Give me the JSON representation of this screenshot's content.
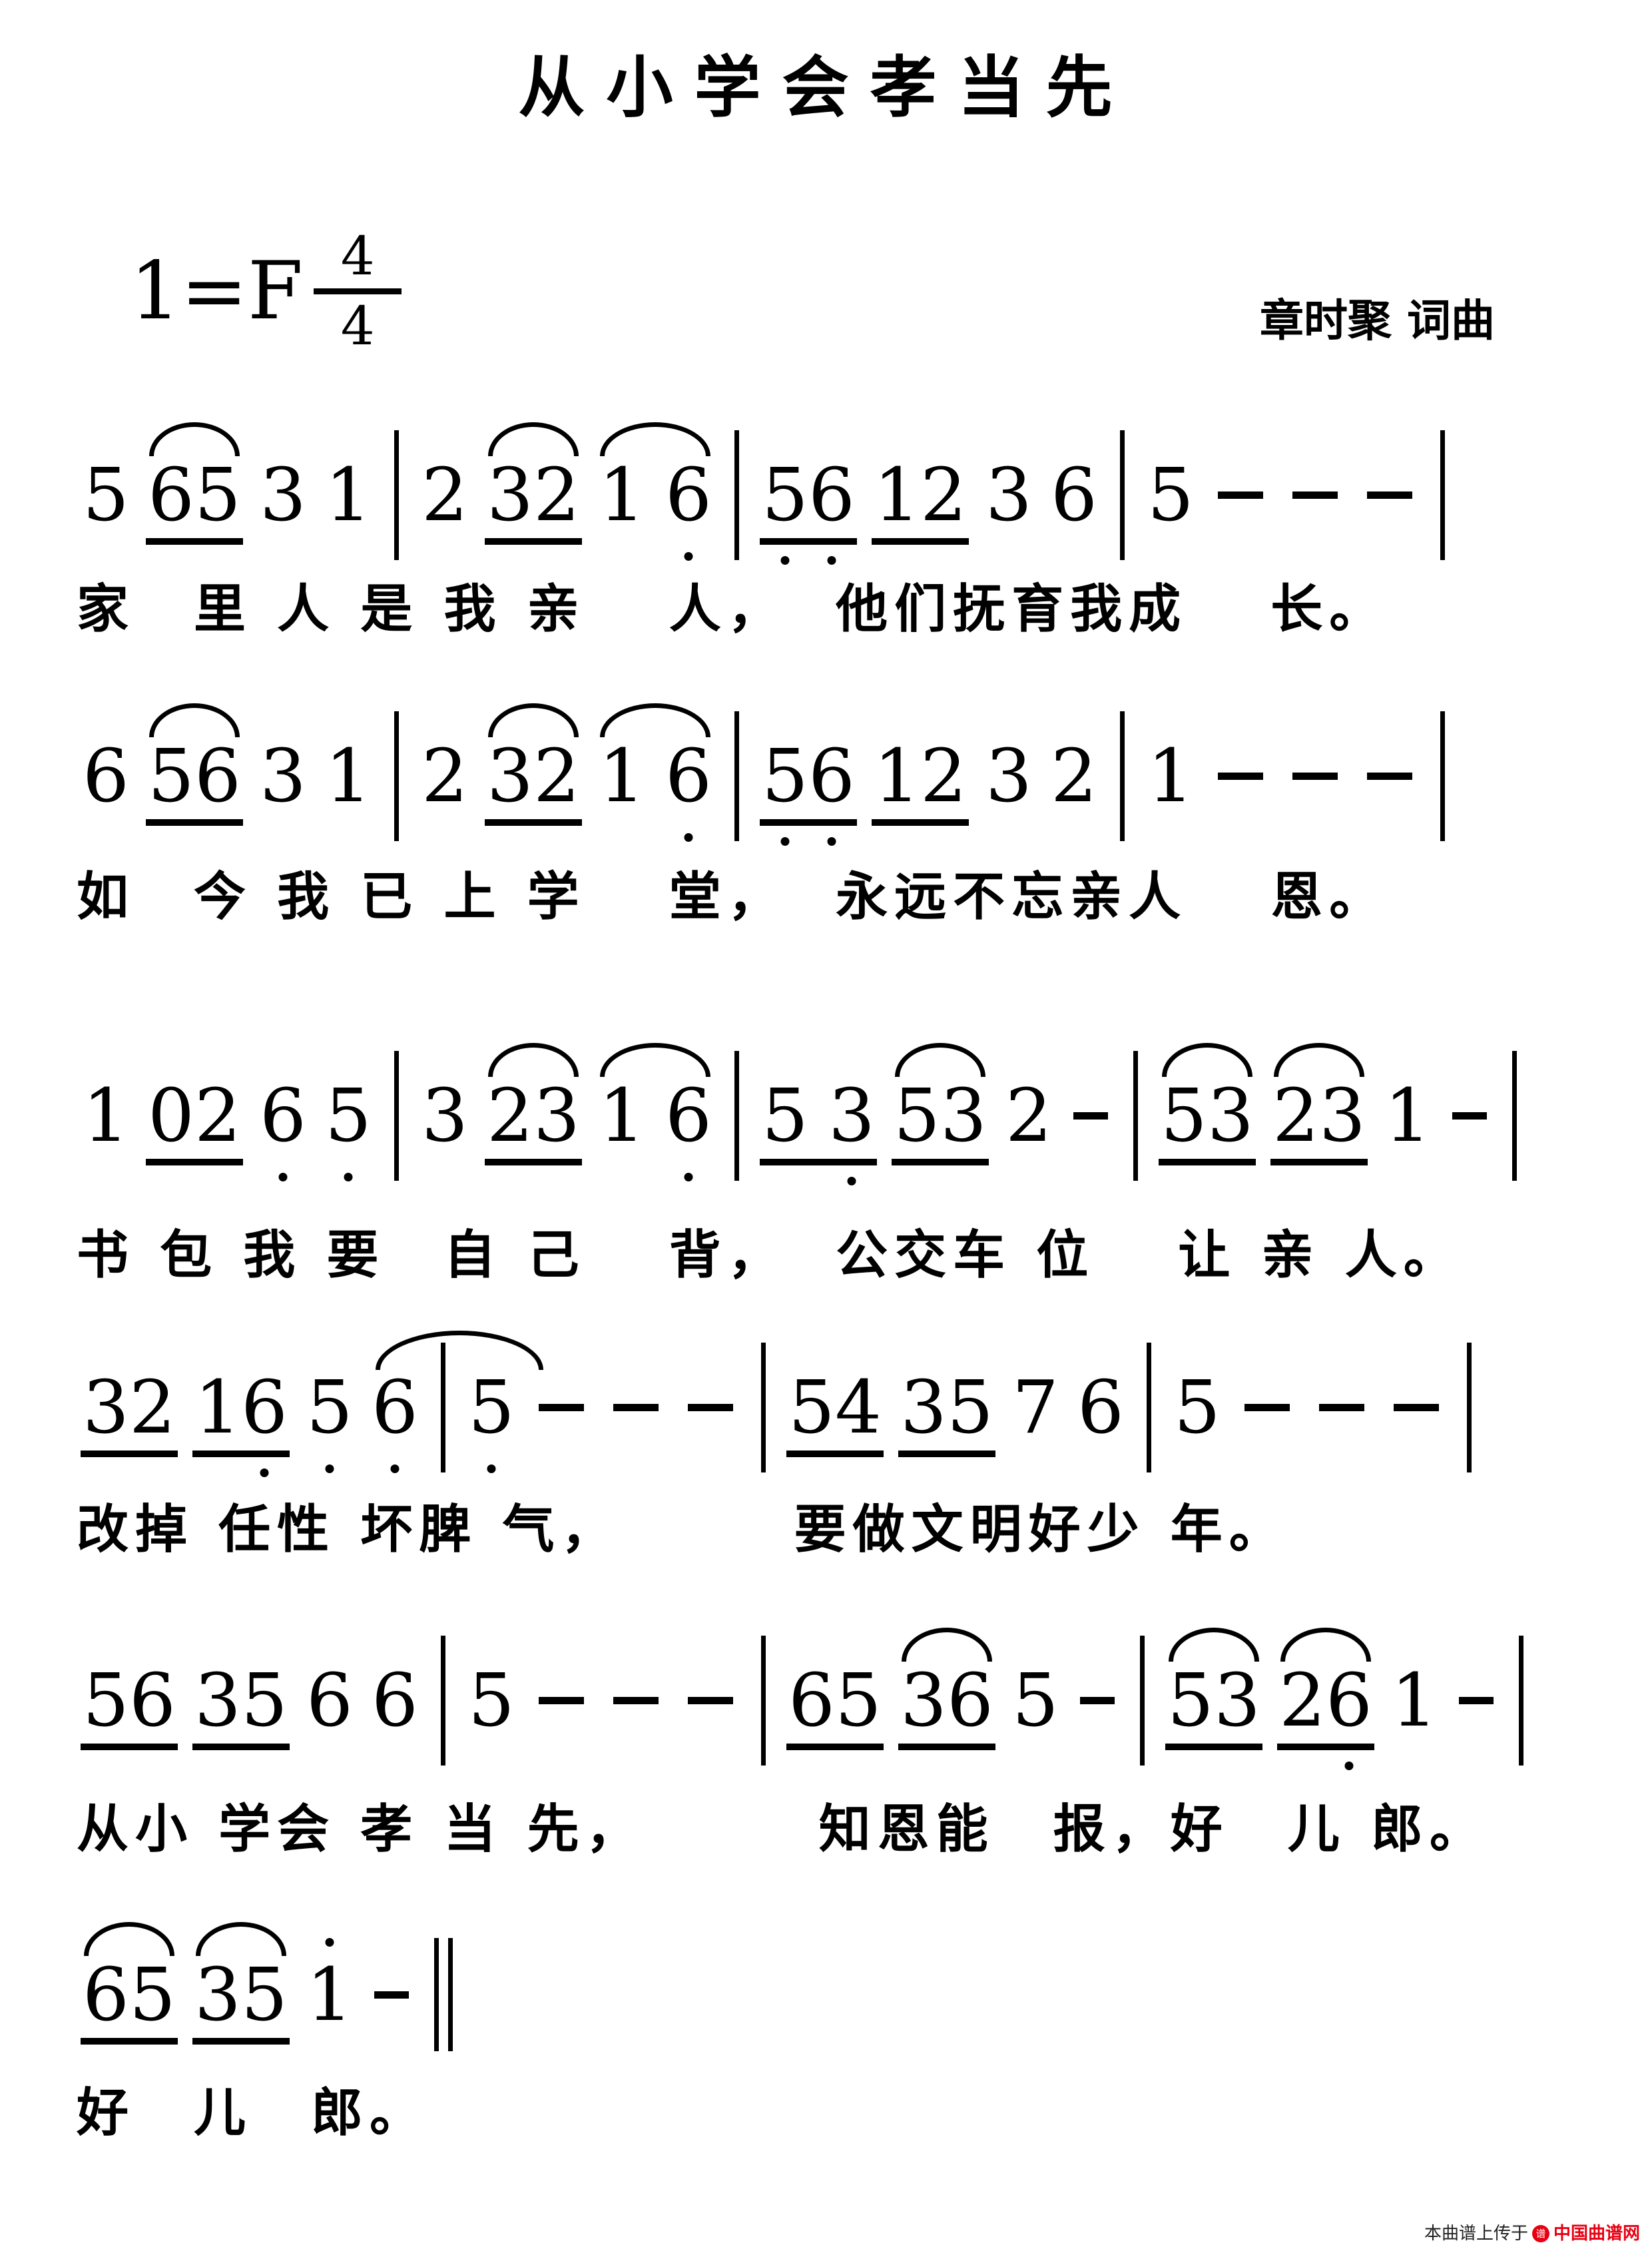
{
  "colors": {
    "ink": "#000000",
    "paper": "#ffffff",
    "watermark_red": "#e60012"
  },
  "header": {
    "title": "从小学会孝当先",
    "key": "1=F",
    "time_numerator": "4",
    "time_denominator": "4",
    "composer": "章时聚 词曲"
  },
  "watermark": {
    "prefix": "本曲谱上传于",
    "logo_glyph": "谱",
    "site": "中国曲谱网"
  },
  "lines": [
    {
      "notes": [
        {
          "n": "5"
        },
        {
          "n": "65",
          "s": 1,
          "u": 1
        },
        {
          "n": "3"
        },
        {
          "n": "1"
        },
        {
          "b": 1
        },
        {
          "n": "2"
        },
        {
          "n": "32",
          "s": 1,
          "u": 1
        },
        {
          "n": "16",
          "s": 1,
          "g": 1,
          "db": [
            1
          ]
        },
        {
          "b": 1
        },
        {
          "n": "56",
          "u": 1,
          "db": [
            0,
            1
          ]
        },
        {
          "n": "12",
          "u": 1
        },
        {
          "n": "3"
        },
        {
          "n": "6"
        },
        {
          "b": 1
        },
        {
          "n": "5"
        },
        {
          "d": "long"
        },
        {
          "d": "long"
        },
        {
          "d": "long"
        },
        {
          "b": 1
        }
      ],
      "lyrics": "家　里 人 是 我 亲　 人，  他们抚育我成　 长。"
    },
    {
      "notes": [
        {
          "n": "6"
        },
        {
          "n": "56",
          "s": 1,
          "u": 1
        },
        {
          "n": "3"
        },
        {
          "n": "1"
        },
        {
          "b": 1
        },
        {
          "n": "2"
        },
        {
          "n": "32",
          "s": 1,
          "u": 1
        },
        {
          "n": "16",
          "s": 1,
          "g": 1,
          "db": [
            1
          ]
        },
        {
          "b": 1
        },
        {
          "n": "56",
          "u": 1,
          "db": [
            0,
            1
          ]
        },
        {
          "n": "12",
          "u": 1
        },
        {
          "n": "3"
        },
        {
          "n": "2"
        },
        {
          "b": 1
        },
        {
          "n": "1"
        },
        {
          "d": "long"
        },
        {
          "d": "long"
        },
        {
          "d": "long"
        },
        {
          "b": 1
        }
      ],
      "lyrics": "如　今 我 已 上 学　 堂，  永远不忘亲人　 恩。"
    },
    {
      "notes": [
        {
          "n": "1"
        },
        {
          "n": "02",
          "u": 1
        },
        {
          "n": "6",
          "db": [
            0
          ]
        },
        {
          "n": "5",
          "db": [
            0
          ]
        },
        {
          "b": 1
        },
        {
          "n": "3"
        },
        {
          "n": "23",
          "s": 1,
          "u": 1
        },
        {
          "n": "16",
          "s": 1,
          "g": 1,
          "db": [
            1
          ]
        },
        {
          "b": 1
        },
        {
          "n": "53",
          "u": 1,
          "g": 1,
          "db": [
            1
          ]
        },
        {
          "n": "53",
          "s": 1,
          "u": 1
        },
        {
          "n": "2"
        },
        {
          "d": "short"
        },
        {
          "b": 1
        },
        {
          "n": "53",
          "s": 1,
          "u": 1
        },
        {
          "n": "23",
          "s": 1,
          "u": 1
        },
        {
          "n": "1"
        },
        {
          "d": "short"
        },
        {
          "b": 1
        }
      ],
      "lyrics": "书 包 我 要　自 己　 背，  公交车 位　 让 亲 人。"
    },
    {
      "notes": [
        {
          "n": "32",
          "u": 1
        },
        {
          "n": "16",
          "u": 1,
          "db": [
            1
          ]
        },
        {
          "n": "5",
          "db": [
            0
          ]
        },
        {
          "n": "6",
          "db": [
            0
          ],
          "s2": 1
        },
        {
          "b": 1
        },
        {
          "n": "5",
          "db": [
            0
          ]
        },
        {
          "d": "long"
        },
        {
          "d": "long"
        },
        {
          "d": "long"
        },
        {
          "b": 1
        },
        {
          "n": "54",
          "u": 1
        },
        {
          "n": "35",
          "u": 1
        },
        {
          "n": "7"
        },
        {
          "n": "6"
        },
        {
          "b": 1
        },
        {
          "n": "5"
        },
        {
          "d": "long"
        },
        {
          "d": "long"
        },
        {
          "d": "long"
        },
        {
          "b": 1
        }
      ],
      "lyrics": "改掉 任性 坏脾 气，　　　 要做文明好少 年。"
    },
    {
      "notes": [
        {
          "n": "56",
          "u": 1
        },
        {
          "n": "35",
          "u": 1
        },
        {
          "n": "6"
        },
        {
          "n": "6"
        },
        {
          "b": 1
        },
        {
          "n": "5"
        },
        {
          "d": "long"
        },
        {
          "d": "long"
        },
        {
          "d": "long"
        },
        {
          "b": 1
        },
        {
          "n": "65",
          "u": 1
        },
        {
          "n": "36",
          "s": 1,
          "u": 1
        },
        {
          "n": "5"
        },
        {
          "d": "short"
        },
        {
          "b": 1
        },
        {
          "n": "53",
          "s": 1,
          "u": 1
        },
        {
          "n": "26",
          "s": 1,
          "u": 1,
          "db": [
            1
          ]
        },
        {
          "n": "1"
        },
        {
          "d": "short"
        },
        {
          "b": 1
        }
      ],
      "lyrics": "从小 学会 孝 当 先，　　　 知恩能　报，好　儿 郎。"
    },
    {
      "notes": [
        {
          "n": "65",
          "s": 1,
          "u": 1
        },
        {
          "n": "35",
          "s": 1,
          "u": 1
        },
        {
          "n": "1",
          "da": [
            0
          ]
        },
        {
          "d": "short"
        },
        {
          "b": 2
        }
      ],
      "lyrics": "好　儿　郎。"
    }
  ]
}
